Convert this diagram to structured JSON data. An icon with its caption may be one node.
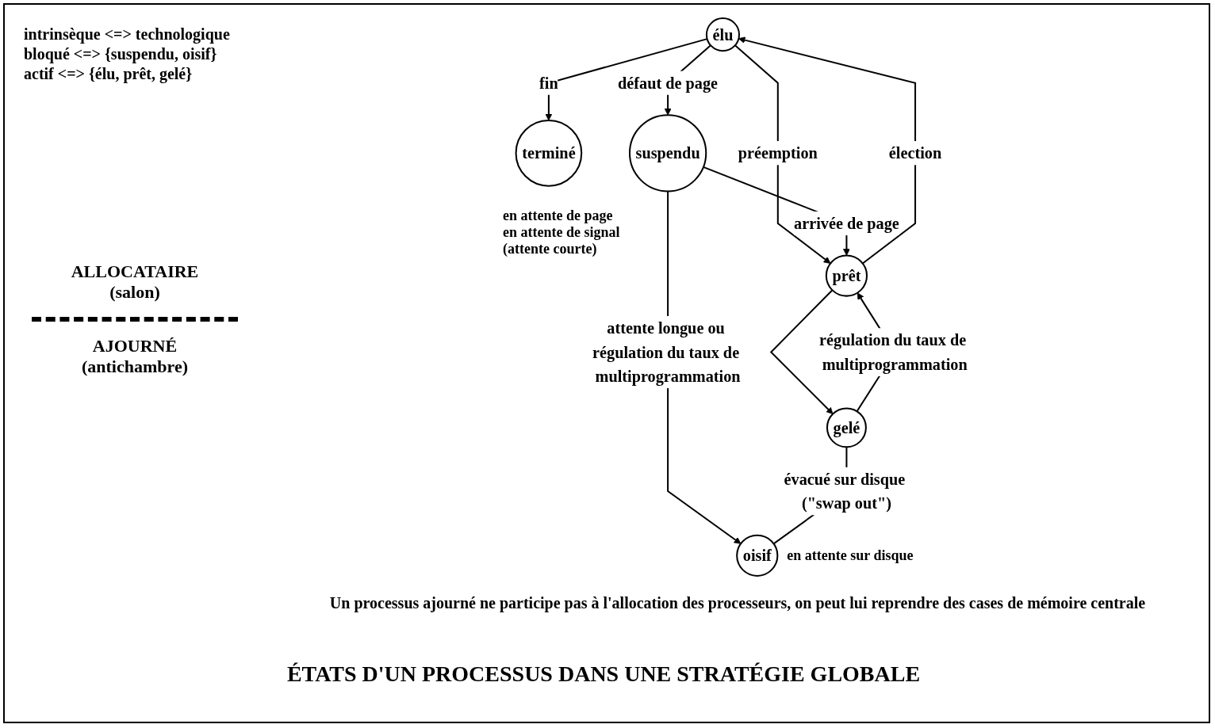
{
  "diagram": {
    "title": "ÉTATS D'UN PROCESSUS DANS UNE STRATÉGIE GLOBALE",
    "nodes": [
      {
        "text": [
          "élu"
        ]
      },
      {
        "text": [
          "terminé"
        ]
      },
      {
        "text": [
          "prêt"
        ]
      },
      {
        "text": [
          "suspendu"
        ],
        "beside": [
          "en attente de page",
          "en attente de signal",
          "(attente courte)"
        ]
      },
      {
        "text": [
          "gelé"
        ]
      },
      {
        "text": [
          "oisif"
        ],
        "beside": [
          "en attente sur disque"
        ]
      }
    ],
    "edges": [
      {
        "from": 0,
        "to": 1,
        "arrow": "to",
        "label": "fin"
      },
      {
        "from": 0,
        "to": 2,
        "arrow": "to",
        "label": "préemption"
      },
      {
        "from": 2,
        "to": 0,
        "arrow": "to",
        "label": "élection"
      },
      {
        "from": 0,
        "to": 3,
        "arrow": "to",
        "label": "défaut de page"
      },
      {
        "from": 3,
        "to": 2,
        "arrow": "to",
        "label": "arrivée de page"
      },
      {
        "from": 2,
        "to": 4,
        "arrow": "to"
      },
      {
        "from": 4,
        "to": 2,
        "arrow": "to",
        "label": "régulation du taux de multiprogrammation"
      },
      {
        "from": 3,
        "to": 5,
        "arrow": "to",
        "label": "attente longue ou régulation du taux de multiprogrammation"
      },
      {
        "from": 4,
        "to": 5,
        "arrow": "none",
        "label": "évacué sur disque (\"swap out\")"
      }
    ],
    "labels": [
      "intrinsèque <=> technologique",
      "bloqué <=> {suspendu, oisif}",
      "actif <=> {élu, prêt, gelé}",
      "ALLOCATAIRE",
      "(salon)",
      "AJOURNÉ",
      "(antichambre)",
      "Un processus ajourné ne participe pas à l'allocation des processeurs, on peut lui reprendre des cases de mémoire centrale"
    ]
  }
}
